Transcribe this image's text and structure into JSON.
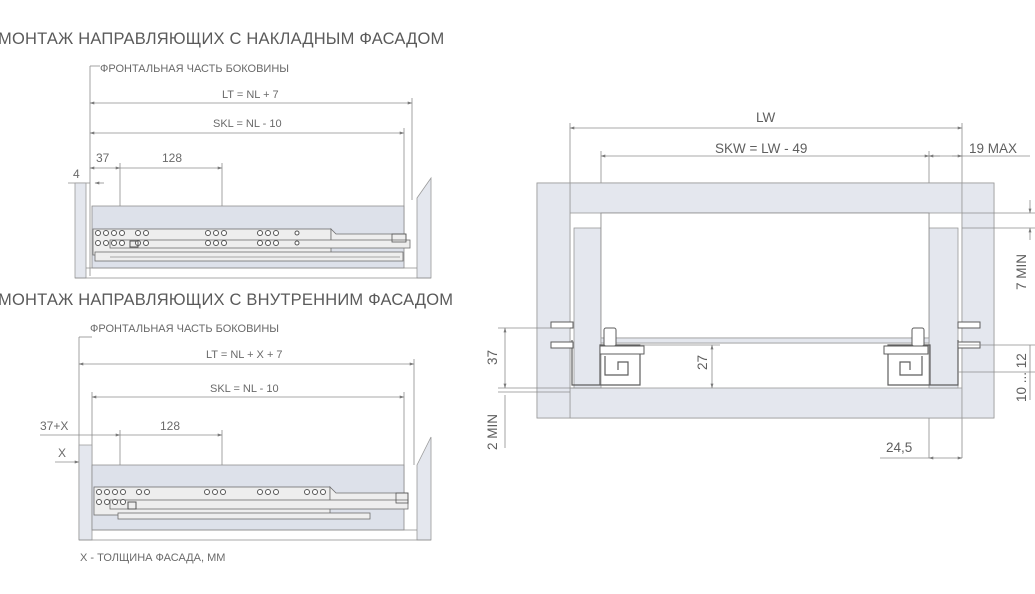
{
  "top_left": {
    "title": "МОНТАЖ НАПРАВЛЯЮЩИХ С НАКЛАДНЫМ ФАСАДОМ",
    "front_label": "ФРОНТАЛЬНАЯ ЧАСТЬ БОКОВИНЫ",
    "lt_label": "LT = NL + 7",
    "skl_label": "SKL = NL - 10",
    "dim_37": "37",
    "dim_128": "128",
    "dim_4": "4"
  },
  "bottom_left": {
    "title": "МОНТАЖ НАПРАВЛЯЮЩИХ С ВНУТРЕННИМ ФАСАДОМ",
    "front_label": "ФРОНТАЛЬНАЯ ЧАСТЬ БОКОВИНЫ",
    "lt_label": "LT = NL + X + 7",
    "skl_label": "SKL = NL - 10",
    "dim_37x": "37+X",
    "dim_128": "128",
    "dim_x": "X",
    "note": "X - ТОЛЩИНА ФАСАДА, ММ"
  },
  "right": {
    "lw_label": "LW",
    "skw_label": "SKW = LW - 49",
    "max19_label": "19 MAX",
    "min7_label": "7 MIN",
    "range_label": "10 ... 12",
    "dim_37": "37",
    "dim_27": "27",
    "min2_label": "2 MIN",
    "dim_245": "24,5"
  }
}
